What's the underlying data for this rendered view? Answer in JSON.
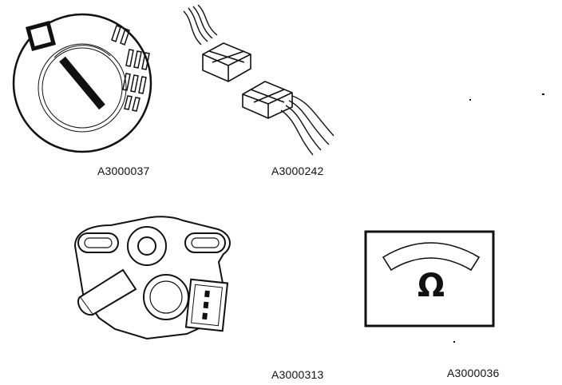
{
  "figures": [
    {
      "id": "ignition-switch",
      "code": "A3000037"
    },
    {
      "id": "wire-connectors",
      "code": "A3000242"
    },
    {
      "id": "throttle-position-sensor",
      "code": "A3000313"
    },
    {
      "id": "ohmmeter",
      "code": "A3000036",
      "symbol": "Ω"
    }
  ],
  "colors": {
    "ink": "#111111",
    "background": "#ffffff"
  }
}
